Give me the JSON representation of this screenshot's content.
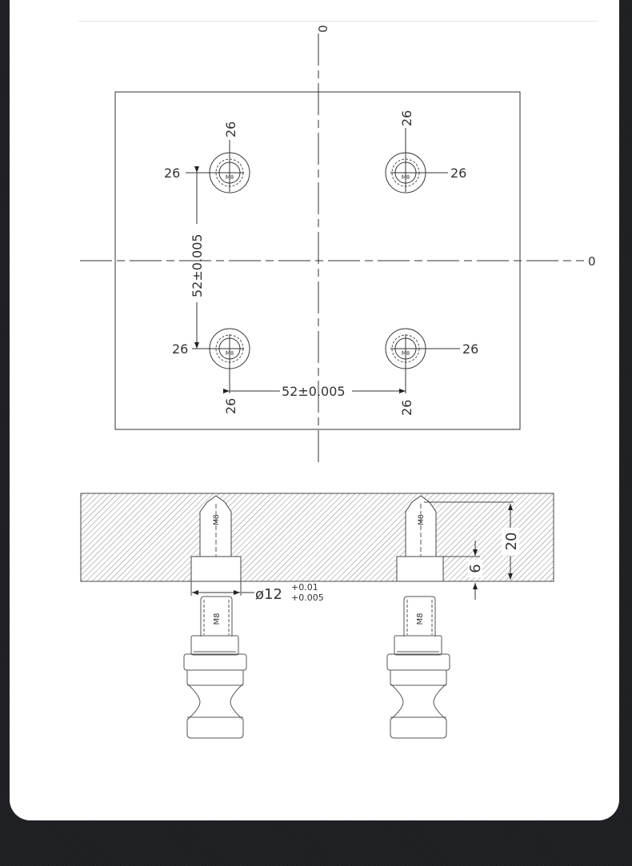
{
  "drawing": {
    "plan_view": {
      "origin_labels": {
        "x_axis": "0",
        "y_axis": "0"
      },
      "holes": [
        {
          "position": "top-left",
          "thread": "M8",
          "x_offset": "26",
          "y_offset": "26"
        },
        {
          "position": "top-right",
          "thread": "M8",
          "x_offset": "26",
          "y_offset": "26"
        },
        {
          "position": "bottom-left",
          "thread": "M8",
          "x_offset": "26",
          "y_offset": "26"
        },
        {
          "position": "bottom-right",
          "thread": "M8",
          "x_offset": "26",
          "y_offset": "26"
        }
      ],
      "dimensions": {
        "vertical_spacing": "52±0.005",
        "horizontal_spacing": "52±0.005"
      }
    },
    "section_view": {
      "thread_label_left": "M8",
      "thread_label_right": "M8",
      "bore_diameter": "ø12",
      "bore_tol_upper": "+0.01",
      "bore_tol_lower": "+0.005",
      "depth_total": "20",
      "depth_counterbore": "6"
    },
    "pins": [
      {
        "position": "left",
        "thread": "M8"
      },
      {
        "position": "right",
        "thread": "M8"
      }
    ]
  }
}
